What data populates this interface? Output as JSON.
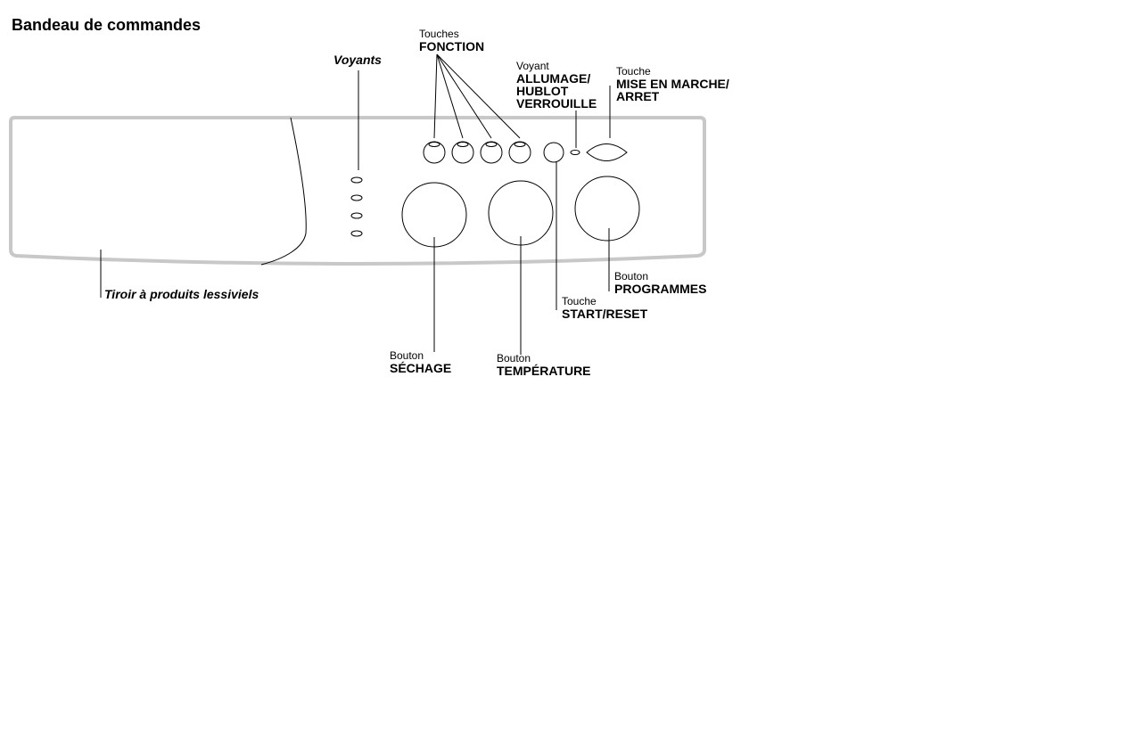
{
  "title": "Bandeau de commandes",
  "labels": {
    "voyants": "Voyants",
    "tiroir": "Tiroir à produits lessiviels",
    "fonction_small": "Touches",
    "fonction_big": "FONCTION",
    "allumage_small": "Voyant",
    "allumage_big_1": "ALLUMAGE/",
    "allumage_big_2": "HUBLOT",
    "allumage_big_3": "VERROUILLE",
    "marche_small": "Touche",
    "marche_big_1": "MISE EN MARCHE/",
    "marche_big_2": "ARRET",
    "programmes_small": "Bouton",
    "programmes_big": "PROGRAMMES",
    "start_small": "Touche",
    "start_big": "START/RESET",
    "sechage_small": "Bouton",
    "sechage_big": "SÉCHAGE",
    "temperature_small": "Bouton",
    "temperature_big": "TEMPÉRATURE"
  }
}
